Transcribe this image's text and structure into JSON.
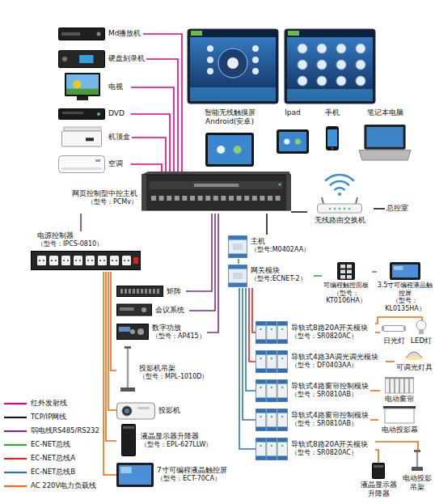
{
  "diagram": {
    "nodes": [
      {
        "text": [
          "Md播放机"
        ]
      },
      {
        "text": [
          "硬盘刻录机"
        ]
      },
      {
        "text": [
          "电视"
        ]
      },
      {
        "text": [
          "DVD"
        ]
      },
      {
        "text": [
          "机顶盒"
        ]
      },
      {
        "text": [
          "空调"
        ]
      },
      {
        "text": [
          "智能无线触摸屏 Android(安卓)"
        ]
      },
      {
        "text": [
          "Ipad"
        ]
      },
      {
        "text": [
          "手机"
        ]
      },
      {
        "text": [
          "笔记本电脑"
        ]
      },
      {
        "text": [
          "网页控制型中控主机",
          "（型号：PCMv）"
        ]
      },
      {
        "text": [
          "无线路由交换机"
        ]
      },
      {
        "text": [
          "总控室"
        ]
      },
      {
        "text": [
          "电源控制器",
          "（型号：IPCS-0810）"
        ]
      },
      {
        "text": [
          "主机",
          "（型号:M0402AA）"
        ]
      },
      {
        "text": [
          "网关模块",
          "（型号:ECNET-2）"
        ]
      },
      {
        "text": [
          "矩阵"
        ]
      },
      {
        "text": [
          "可编程触控面板",
          "（型号：KT0106HA）"
        ]
      },
      {
        "text": [
          "3.5寸可编程液晶触控屏",
          "（型号：KL0135HA）"
        ]
      },
      {
        "text": [
          "会议系统"
        ]
      },
      {
        "text": [
          "导轨式8路20A开关模块",
          "（型号：SR0820AC）"
        ]
      },
      {
        "text": [
          "日光灯"
        ]
      },
      {
        "text": [
          "LED灯"
        ]
      },
      {
        "text": [
          "数字功放",
          "（型号：AP415）"
        ]
      },
      {
        "text": [
          "导轨式4路3A调光调光模块",
          "（型号：DF0403AA）"
        ]
      },
      {
        "text": [
          "可调光灯具"
        ]
      },
      {
        "text": [
          "投影机吊架",
          "（型号：MPL-1010D）"
        ]
      },
      {
        "text": [
          "导轨式4路窗帘控制模块",
          "（型号：SR0810AB）"
        ]
      },
      {
        "text": [
          "电动窗帘"
        ]
      },
      {
        "text": [
          "投影机"
        ]
      },
      {
        "text": [
          "导轨式4路窗帘控制模块",
          "（型号：SR0810AB）"
        ]
      },
      {
        "text": [
          "电动投影幕"
        ]
      },
      {
        "text": [
          "液晶显示器升降器",
          "（型号：EPL-627LLW）"
        ]
      },
      {
        "text": [
          "导轨式8路20A开关模块",
          "（型号：SR0820AC）"
        ]
      },
      {
        "text": [
          "7寸可编程液晶触控屏",
          "（型号：ECT-70CA）"
        ]
      },
      {
        "text": [
          "液晶显示器升降器"
        ]
      },
      {
        "text": [
          "电动投影吊架"
        ]
      }
    ],
    "edges": [
      {
        "from": 10,
        "to": 0,
        "arrow": "none"
      },
      {
        "from": 10,
        "to": 1,
        "arrow": "none"
      },
      {
        "from": 10,
        "to": 2,
        "arrow": "none"
      },
      {
        "from": 10,
        "to": 3,
        "arrow": "none"
      },
      {
        "from": 10,
        "to": 4,
        "arrow": "none"
      },
      {
        "from": 10,
        "to": 5,
        "arrow": "none"
      },
      {
        "from": 10,
        "to": 11,
        "arrow": "none"
      },
      {
        "from": 11,
        "to": 12,
        "arrow": "none"
      },
      {
        "from": 10,
        "to": 13,
        "arrow": "none"
      },
      {
        "from": 10,
        "to": 16,
        "arrow": "none"
      },
      {
        "from": 10,
        "to": 19,
        "arrow": "none"
      },
      {
        "from": 10,
        "to": 23,
        "arrow": "none"
      },
      {
        "from": 13,
        "to": 26,
        "arrow": "none"
      },
      {
        "from": 13,
        "to": 29,
        "arrow": "none"
      },
      {
        "from": 13,
        "to": 32,
        "arrow": "none"
      },
      {
        "from": 13,
        "to": 34,
        "arrow": "none"
      },
      {
        "from": 10,
        "to": 14,
        "arrow": "none"
      },
      {
        "from": 14,
        "to": 15,
        "arrow": "none"
      },
      {
        "from": 15,
        "to": 17,
        "arrow": "none"
      },
      {
        "from": 17,
        "to": 18,
        "arrow": "none"
      },
      {
        "from": 15,
        "to": 20,
        "arrow": "none"
      },
      {
        "from": 15,
        "to": 24,
        "arrow": "none"
      },
      {
        "from": 15,
        "to": 27,
        "arrow": "none"
      },
      {
        "from": 15,
        "to": 30,
        "arrow": "none"
      },
      {
        "from": 15,
        "to": 33,
        "arrow": "none"
      },
      {
        "from": 20,
        "to": 21,
        "arrow": "none"
      },
      {
        "from": 20,
        "to": 22,
        "arrow": "none"
      },
      {
        "from": 24,
        "to": 25,
        "arrow": "none"
      },
      {
        "from": 27,
        "to": 28,
        "arrow": "none"
      },
      {
        "from": 30,
        "to": 31,
        "arrow": "none"
      },
      {
        "from": 33,
        "to": 35,
        "arrow": "none"
      },
      {
        "from": 33,
        "to": 36,
        "arrow": "none"
      }
    ],
    "legend": [
      {
        "text": "红外发射线"
      },
      {
        "text": "TCP/IP网线"
      },
      {
        "text": "弱电线RS485/RS232"
      },
      {
        "text": "EC-NET总线"
      },
      {
        "text": "EC-NET总线A"
      },
      {
        "text": "EC-NET总线B"
      },
      {
        "text": "AC 220V电力负载线"
      }
    ]
  }
}
